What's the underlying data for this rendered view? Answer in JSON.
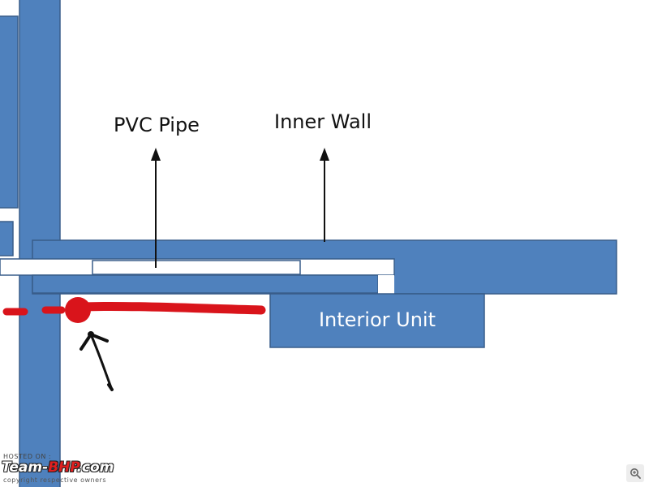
{
  "labels": {
    "pvc_pipe": "PVC Pipe",
    "inner_wall": "Inner Wall",
    "interior_unit": "Interior Unit"
  },
  "watermark": {
    "hosted": "HOSTED ON :",
    "brand_prefix": "Team-",
    "brand_accent": "BHP",
    "brand_suffix": ".com",
    "copyright": "copyright respective owners"
  },
  "colors": {
    "wall_blue": "#4f81bd",
    "outline": "#385d8a",
    "marker_red": "#d9141b",
    "text": "#111111"
  },
  "icons": {
    "zoom": "zoom-icon"
  }
}
